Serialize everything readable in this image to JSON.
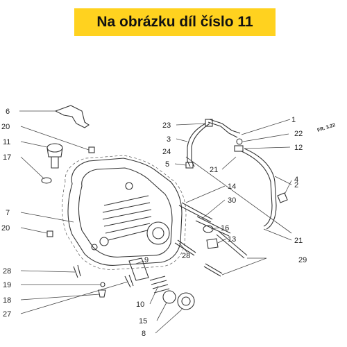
{
  "banner": {
    "text": "Na obrázku díl číslo 11",
    "color": "#ffd21f"
  },
  "corner_mark": "FR. 3.22",
  "callouts": [
    "6",
    "20",
    "11",
    "17",
    "7",
    "20",
    "28",
    "19",
    "18",
    "27",
    "9",
    "10",
    "15",
    "8",
    "23",
    "3",
    "24",
    "5",
    "1",
    "22",
    "12",
    "21",
    "2",
    "4",
    "14",
    "30",
    "16",
    "13",
    "21",
    "28",
    "29"
  ]
}
